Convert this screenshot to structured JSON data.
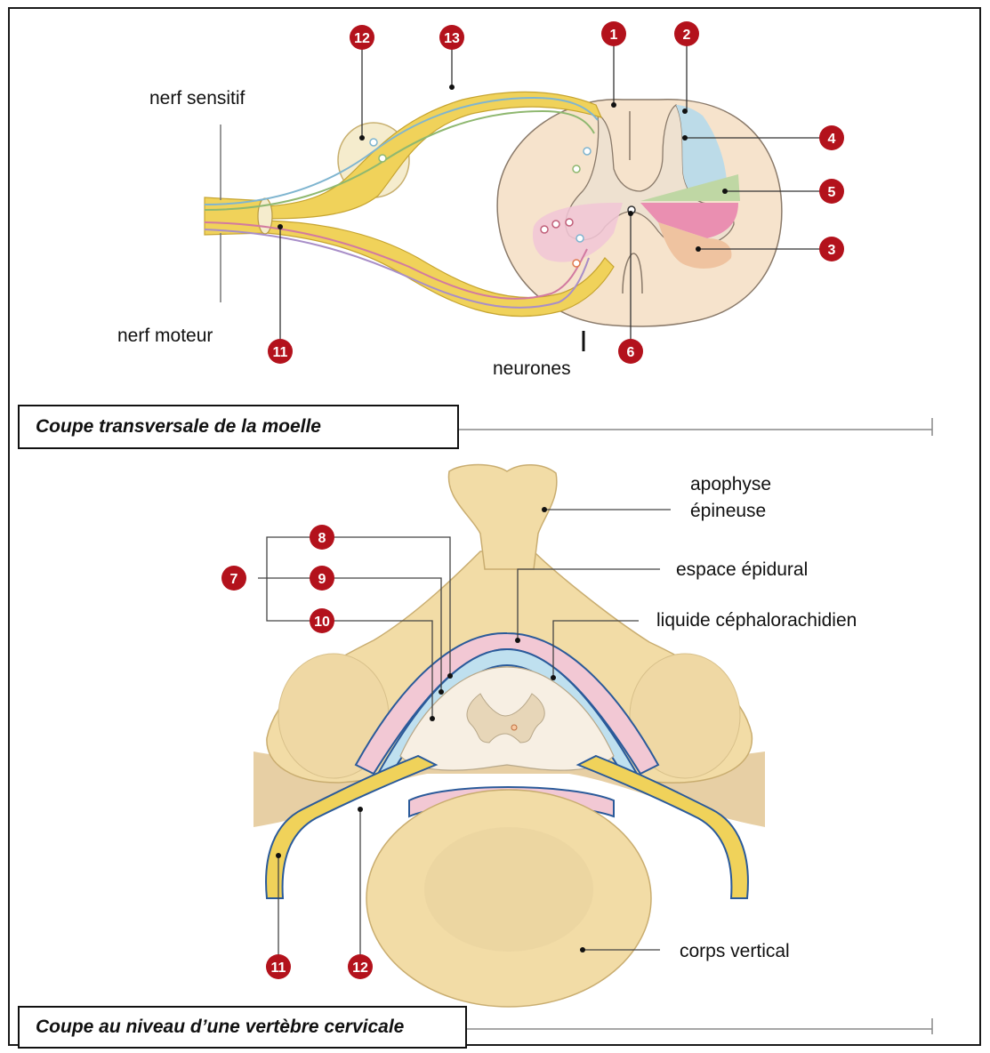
{
  "top": {
    "caption": "Coupe transversale de la moelle",
    "labels": {
      "nerf_sensitif": "nerf sensitif",
      "nerf_moteur": "nerf moteur",
      "neurones": "neurones"
    },
    "markers": [
      "1",
      "2",
      "3",
      "4",
      "5",
      "6",
      "11",
      "12",
      "13"
    ]
  },
  "bottom": {
    "caption": "Coupe au niveau d’une vertèbre cervicale",
    "labels": {
      "apophyse_l1": "apophyse",
      "apophyse_l2": "épineuse",
      "espace_epidural": "espace épidural",
      "liquide": "liquide céphalorachidien",
      "corps": "corps vertical"
    },
    "markers": [
      "7",
      "8",
      "9",
      "10",
      "11",
      "12"
    ]
  },
  "colors": {
    "badge": "#b3121c",
    "cord_beige": "#f6e3cc",
    "nerve_yellow": "#f0d25a",
    "bone": "#f2dca6",
    "csf_blue": "#bfe0ef",
    "epidural_pink": "#f2c8d4",
    "horn_blue": "#bcdbe8",
    "horn_green": "#bfd7a4",
    "horn_pink": "#ea8fb1",
    "horn_orange": "#efc3a0"
  }
}
